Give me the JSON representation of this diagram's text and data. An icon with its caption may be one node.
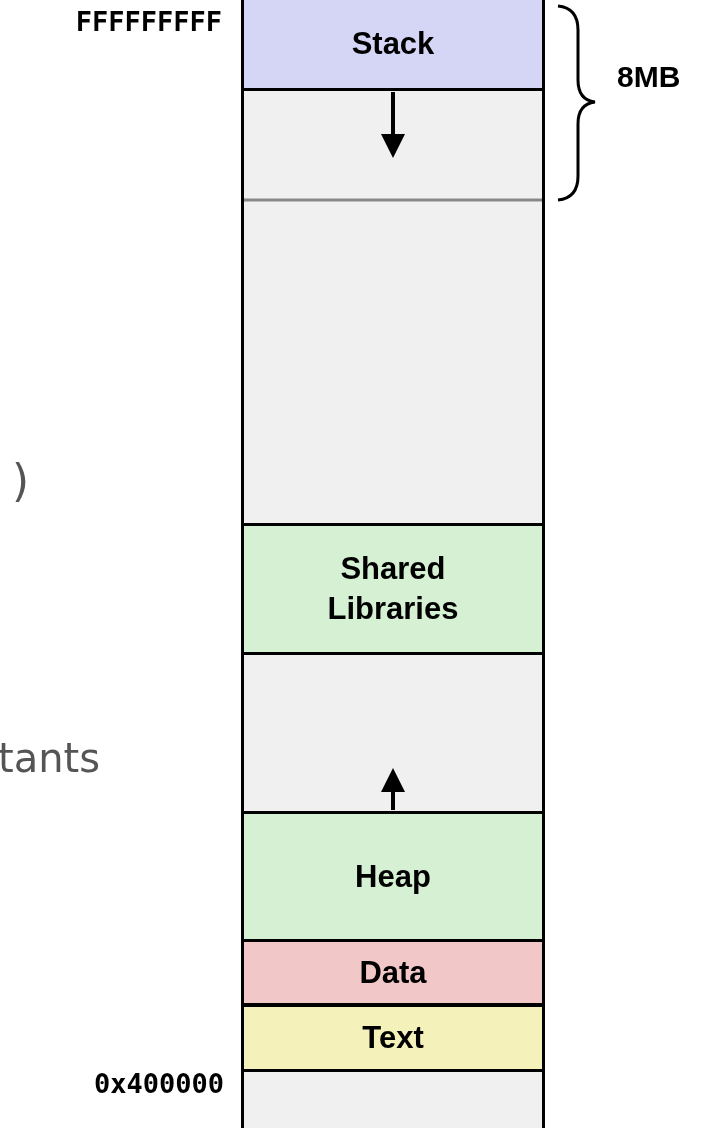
{
  "diagram": {
    "nodes": [
      {
        "text": [
          "Stack"
        ]
      },
      {
        "text": [
          "Shared Libraries"
        ]
      },
      {
        "text": [
          "Heap"
        ]
      },
      {
        "text": [
          "Data"
        ]
      },
      {
        "text": [
          "Text"
        ]
      }
    ],
    "labels": [
      "FFFFFFFFF",
      "8MB",
      ")",
      "tants",
      "0x400000"
    ]
  }
}
